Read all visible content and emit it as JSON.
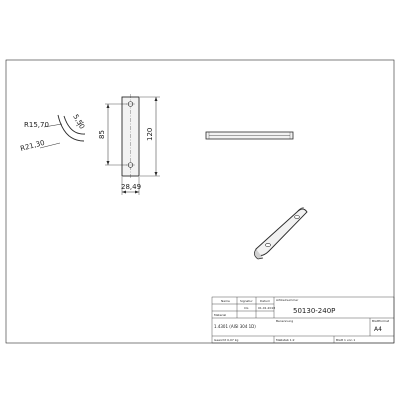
{
  "dimensions": {
    "radius_outer": "R15,70",
    "radius_inner": "R21,30",
    "hole_dia": "5,50",
    "hole_spacing": "85",
    "length": "120",
    "width": "28,49"
  },
  "title_block": {
    "col1_header": "Name",
    "col2_header": "Signatur",
    "col3_header": "Datum",
    "article_header": "Artikelnummer",
    "article_number": "50130-240P",
    "row2_name": "",
    "row2_sign": "CG",
    "row2_date": "01.01.2018",
    "material_header": "Material",
    "description_header": "Benennung",
    "material": "1.4301 (AISI 304 1D)",
    "format_header": "Blattformat",
    "format": "A4",
    "weight_label": "Gewicht 0,07 kg",
    "scale_label": "Maßstab 1:2",
    "sheet_label": "Blatt 1 von 1"
  },
  "colors": {
    "line": "#2a2a2a",
    "part_fill": "#f2f2f2",
    "shade": "#cfcfcf"
  }
}
